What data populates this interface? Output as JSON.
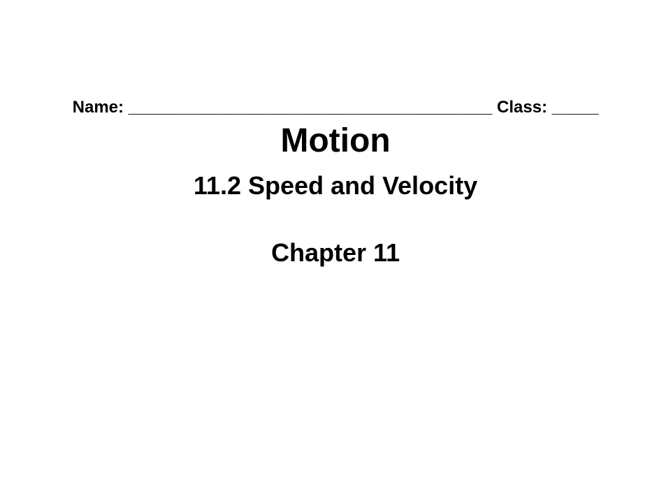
{
  "header": {
    "name_class_line": "Name: _______________________________________  Class: _____"
  },
  "title": "Motion",
  "subtitle": "11.2 Speed and Velocity",
  "chapter": "Chapter 11",
  "colors": {
    "background": "#ffffff",
    "text": "#000000"
  }
}
